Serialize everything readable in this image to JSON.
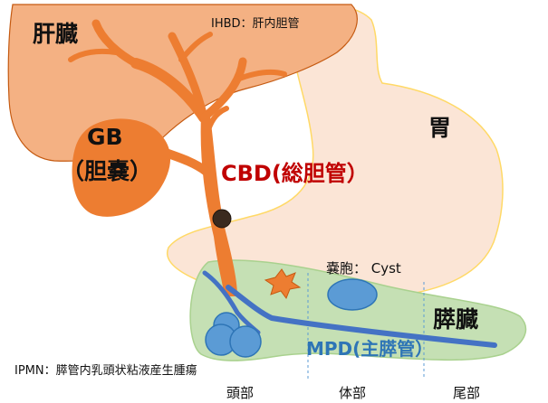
{
  "labels": {
    "liver": "肝臓",
    "ihbd": "IHBD：肝内胆管",
    "stomach": "胃",
    "gb_line1": "GB",
    "gb_line2": "（胆嚢）",
    "cbd": "CBD(総胆管）",
    "cyst": "嚢胞：  Cyst",
    "pancreas": "膵臓",
    "mpd": "MPD(主膵管）",
    "ipmn": "IPMN：膵管内乳頭状粘液産生腫瘍",
    "head": "頭部",
    "body": "体部",
    "tail": "尾部"
  },
  "colors": {
    "liver": "#f4b183",
    "liver_border": "#c55a11",
    "bile_duct": "#ed7d31",
    "gallbladder": "#ed7d31",
    "stomach": "#fbe5d6",
    "stomach_border": "#ffd966",
    "pancreas": "#c5e0b4",
    "pancreas_border": "#a9d18e",
    "pancreatic_duct": "#4472c4",
    "cyst": "#5b9bd5",
    "cyst_border": "#2e75b6",
    "tumor": "#ed7d31",
    "stone": "#3b2a1f",
    "text_red": "#c00000",
    "text_blue": "#2e75b6"
  }
}
